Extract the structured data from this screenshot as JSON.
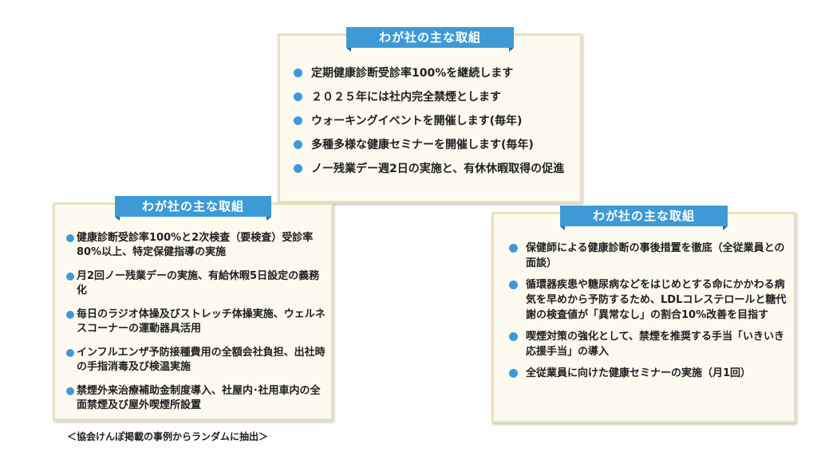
{
  "boxes": {
    "top": {
      "title": "わが社の主な取組",
      "items": [
        "定期健康診断受診率100%を継続します",
        "２０２５年には社内完全禁煙とします",
        "ウォーキングイベントを開催します(毎年)",
        "多種多様な健康セミナーを開催します(毎年)",
        "ノー残業デー週2日の実施と、有休休暇取得の促進"
      ]
    },
    "left": {
      "title": "わが社の主な取組",
      "items": [
        "健康診断受診率100%と2次検査（要検査）受診率80%以上、特定保健指導の実施",
        "月2回ノー残業デーの実施、有給休暇5日設定の義務化",
        "毎日のラジオ体操及びストレッチ体操実施、ウェルネスコーナーの運動器具活用",
        "インフルエンザ予防接種費用の全額会社負担、出社時の手指消毒及び検温実施",
        "禁煙外来治療補助金制度導入、社屋内･社用車内の全面禁煙及び屋外喫煙所設置"
      ]
    },
    "right": {
      "title": "わが社の主な取組",
      "items": [
        "保健師による健康診断の事後措置を徹底（全従業員との面談）",
        "循環器疾患や糖尿病などをはじめとする命にかかわる病気を早めから予防するため、LDLコレステロールと糖代謝の検査値が「異常なし」の割合10%改善を目指す",
        "喫煙対策の強化として、禁煙を推奨する手当「いきいき応援手当」の導入",
        "全従業員に向けた健康セミナーの実施（月1回）"
      ]
    }
  },
  "footnote": "＜協会けんぽ掲載の事例からランダムに抽出＞",
  "colors": {
    "accent": "#3d9ad6",
    "box_background": "#fdfbef",
    "box_border": "#e7e1bf"
  }
}
